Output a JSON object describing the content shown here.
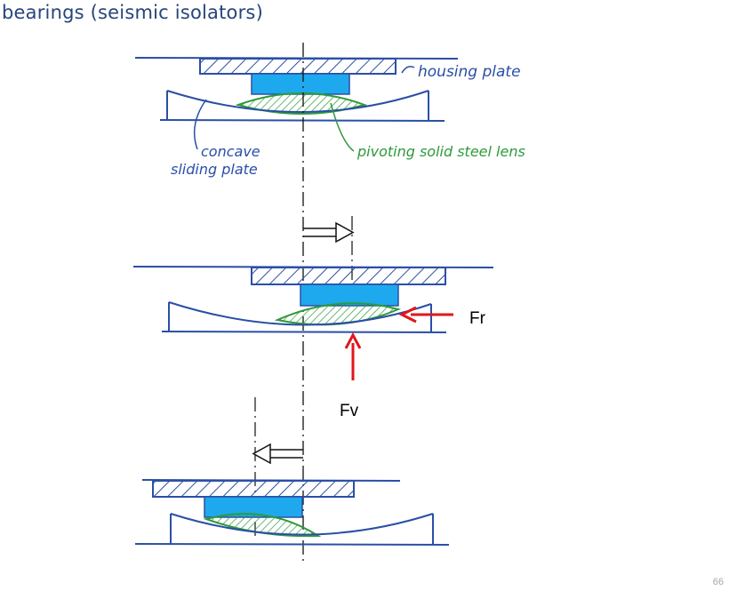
{
  "slide": {
    "title": "bearings (seismic isolators)",
    "page_number": "66"
  },
  "annotations": {
    "housing_plate": "housing plate",
    "concave_line1": "concave",
    "concave_line2": "sliding plate",
    "lens": "pivoting solid steel lens"
  },
  "forces": {
    "horizontal": "Fr",
    "vertical": "Fv"
  },
  "colors": {
    "pen_blue": "#2a4fa6",
    "pen_green": "#2e9a3a",
    "fill_blue": "#1ea9ee",
    "force_red": "#e0161b"
  }
}
